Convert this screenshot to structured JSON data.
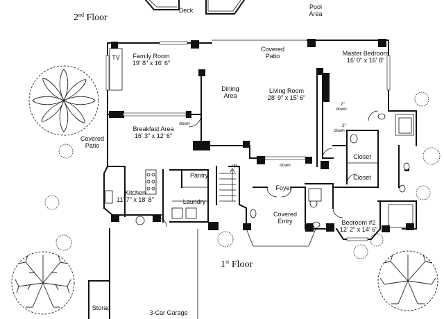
{
  "floors": {
    "second": {
      "base": "2",
      "sup": "nd",
      "word": " Floor"
    },
    "first": {
      "base": "1",
      "sup": "st",
      "word": " Floor"
    }
  },
  "rooms": {
    "deck": {
      "name": "Deck"
    },
    "pool_area": {
      "line1": "Pool",
      "line2": "Area"
    },
    "covered_patio_top": {
      "line1": "Covered",
      "line2": "Patio"
    },
    "family_room": {
      "name": "Family Room",
      "dims": "19' 8\" x 16' 6\""
    },
    "master_bedroom": {
      "name": "Master Bedroom",
      "dims": "16' 0\" x 16' 8\""
    },
    "dining_area": {
      "line1": "Dining",
      "line2": "Area"
    },
    "living_room": {
      "name": "Living Room",
      "dims": "28' 9\" x 15' 6\""
    },
    "breakfast_area": {
      "name": "Breakfast Area",
      "dims": "16' 3\" x 12' 6\""
    },
    "covered_patio_left": {
      "line1": "Covered",
      "line2": "Patio"
    },
    "tv": {
      "name": "TV"
    },
    "closet_1": {
      "name": "Closet"
    },
    "closet_2": {
      "name": "Closet"
    },
    "kitchen": {
      "name": "Kitchen",
      "dims": "11' 7\" x 18' 8\""
    },
    "pantry": {
      "name": "Pantry"
    },
    "laundry": {
      "name": "Laundry"
    },
    "foyer": {
      "name": "Foyer"
    },
    "covered_entry": {
      "line1": "Covered",
      "line2": "Entry"
    },
    "bedroom_2": {
      "name": "Bedroom #2",
      "dims": "12' 2\" x 14' 6\""
    },
    "storage": {
      "name": "Storag"
    },
    "garage": {
      "name": "3-Car Garage"
    }
  },
  "step_labels": {
    "down_breakfast": "down",
    "down_living": "down",
    "down_master_1": "down",
    "down_master_2": "down",
    "up_stairs": "up",
    "step_1": "2\"",
    "step_2": "2\""
  },
  "colors": {
    "ink": "#111111",
    "paper": "#ffffff"
  }
}
